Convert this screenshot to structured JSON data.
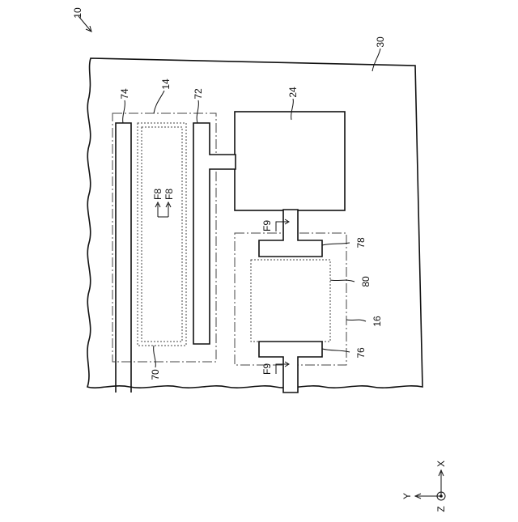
{
  "figure": {
    "ref_assembly": "10",
    "ref_substrate": "30",
    "ref_region_14": "14",
    "ref_region_16": "16",
    "ref_block_24": "24",
    "ref_line_70": "70",
    "ref_line_72": "72",
    "ref_line_74": "74",
    "ref_pad_76": "76",
    "ref_pad_78": "78",
    "ref_area_80": "80",
    "section_f8_a": "F8",
    "section_f8_b": "F8",
    "section_f9_top": "F9",
    "section_f9_bottom": "F9"
  },
  "axes": {
    "x_label": "X",
    "y_label": "Y",
    "z_label": "Z"
  }
}
